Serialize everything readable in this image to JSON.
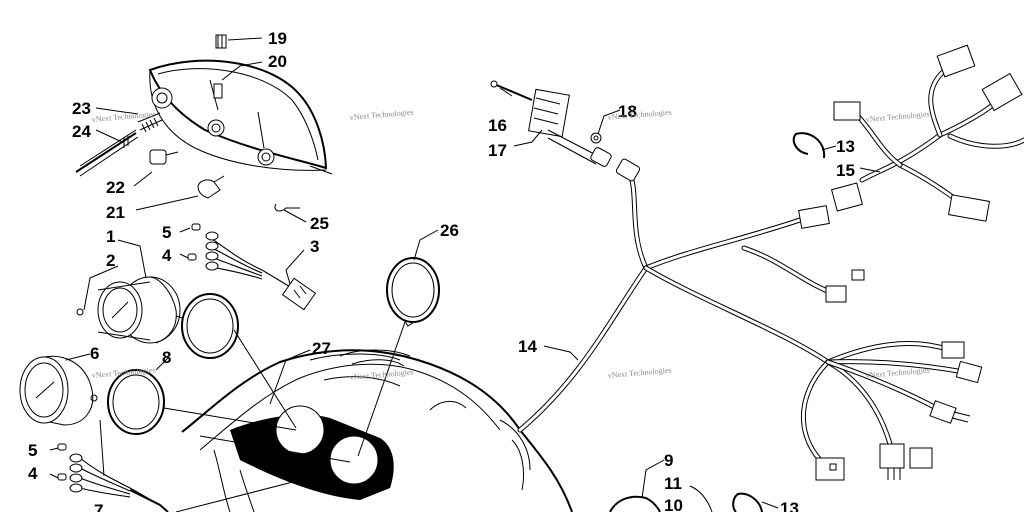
{
  "callouts": [
    "19",
    "20",
    "23",
    "24",
    "22",
    "21",
    "25",
    "5",
    "4",
    "3",
    "1",
    "2",
    "26",
    "6",
    "8",
    "27",
    "5",
    "4",
    "7",
    "16",
    "17",
    "18",
    "13",
    "15",
    "14",
    "9",
    "11",
    "10",
    "13"
  ],
  "watermark": "vNext Technologies",
  "colors": {
    "line": "#000000",
    "background": "#ffffff",
    "watermark": "#8a8a8a"
  }
}
